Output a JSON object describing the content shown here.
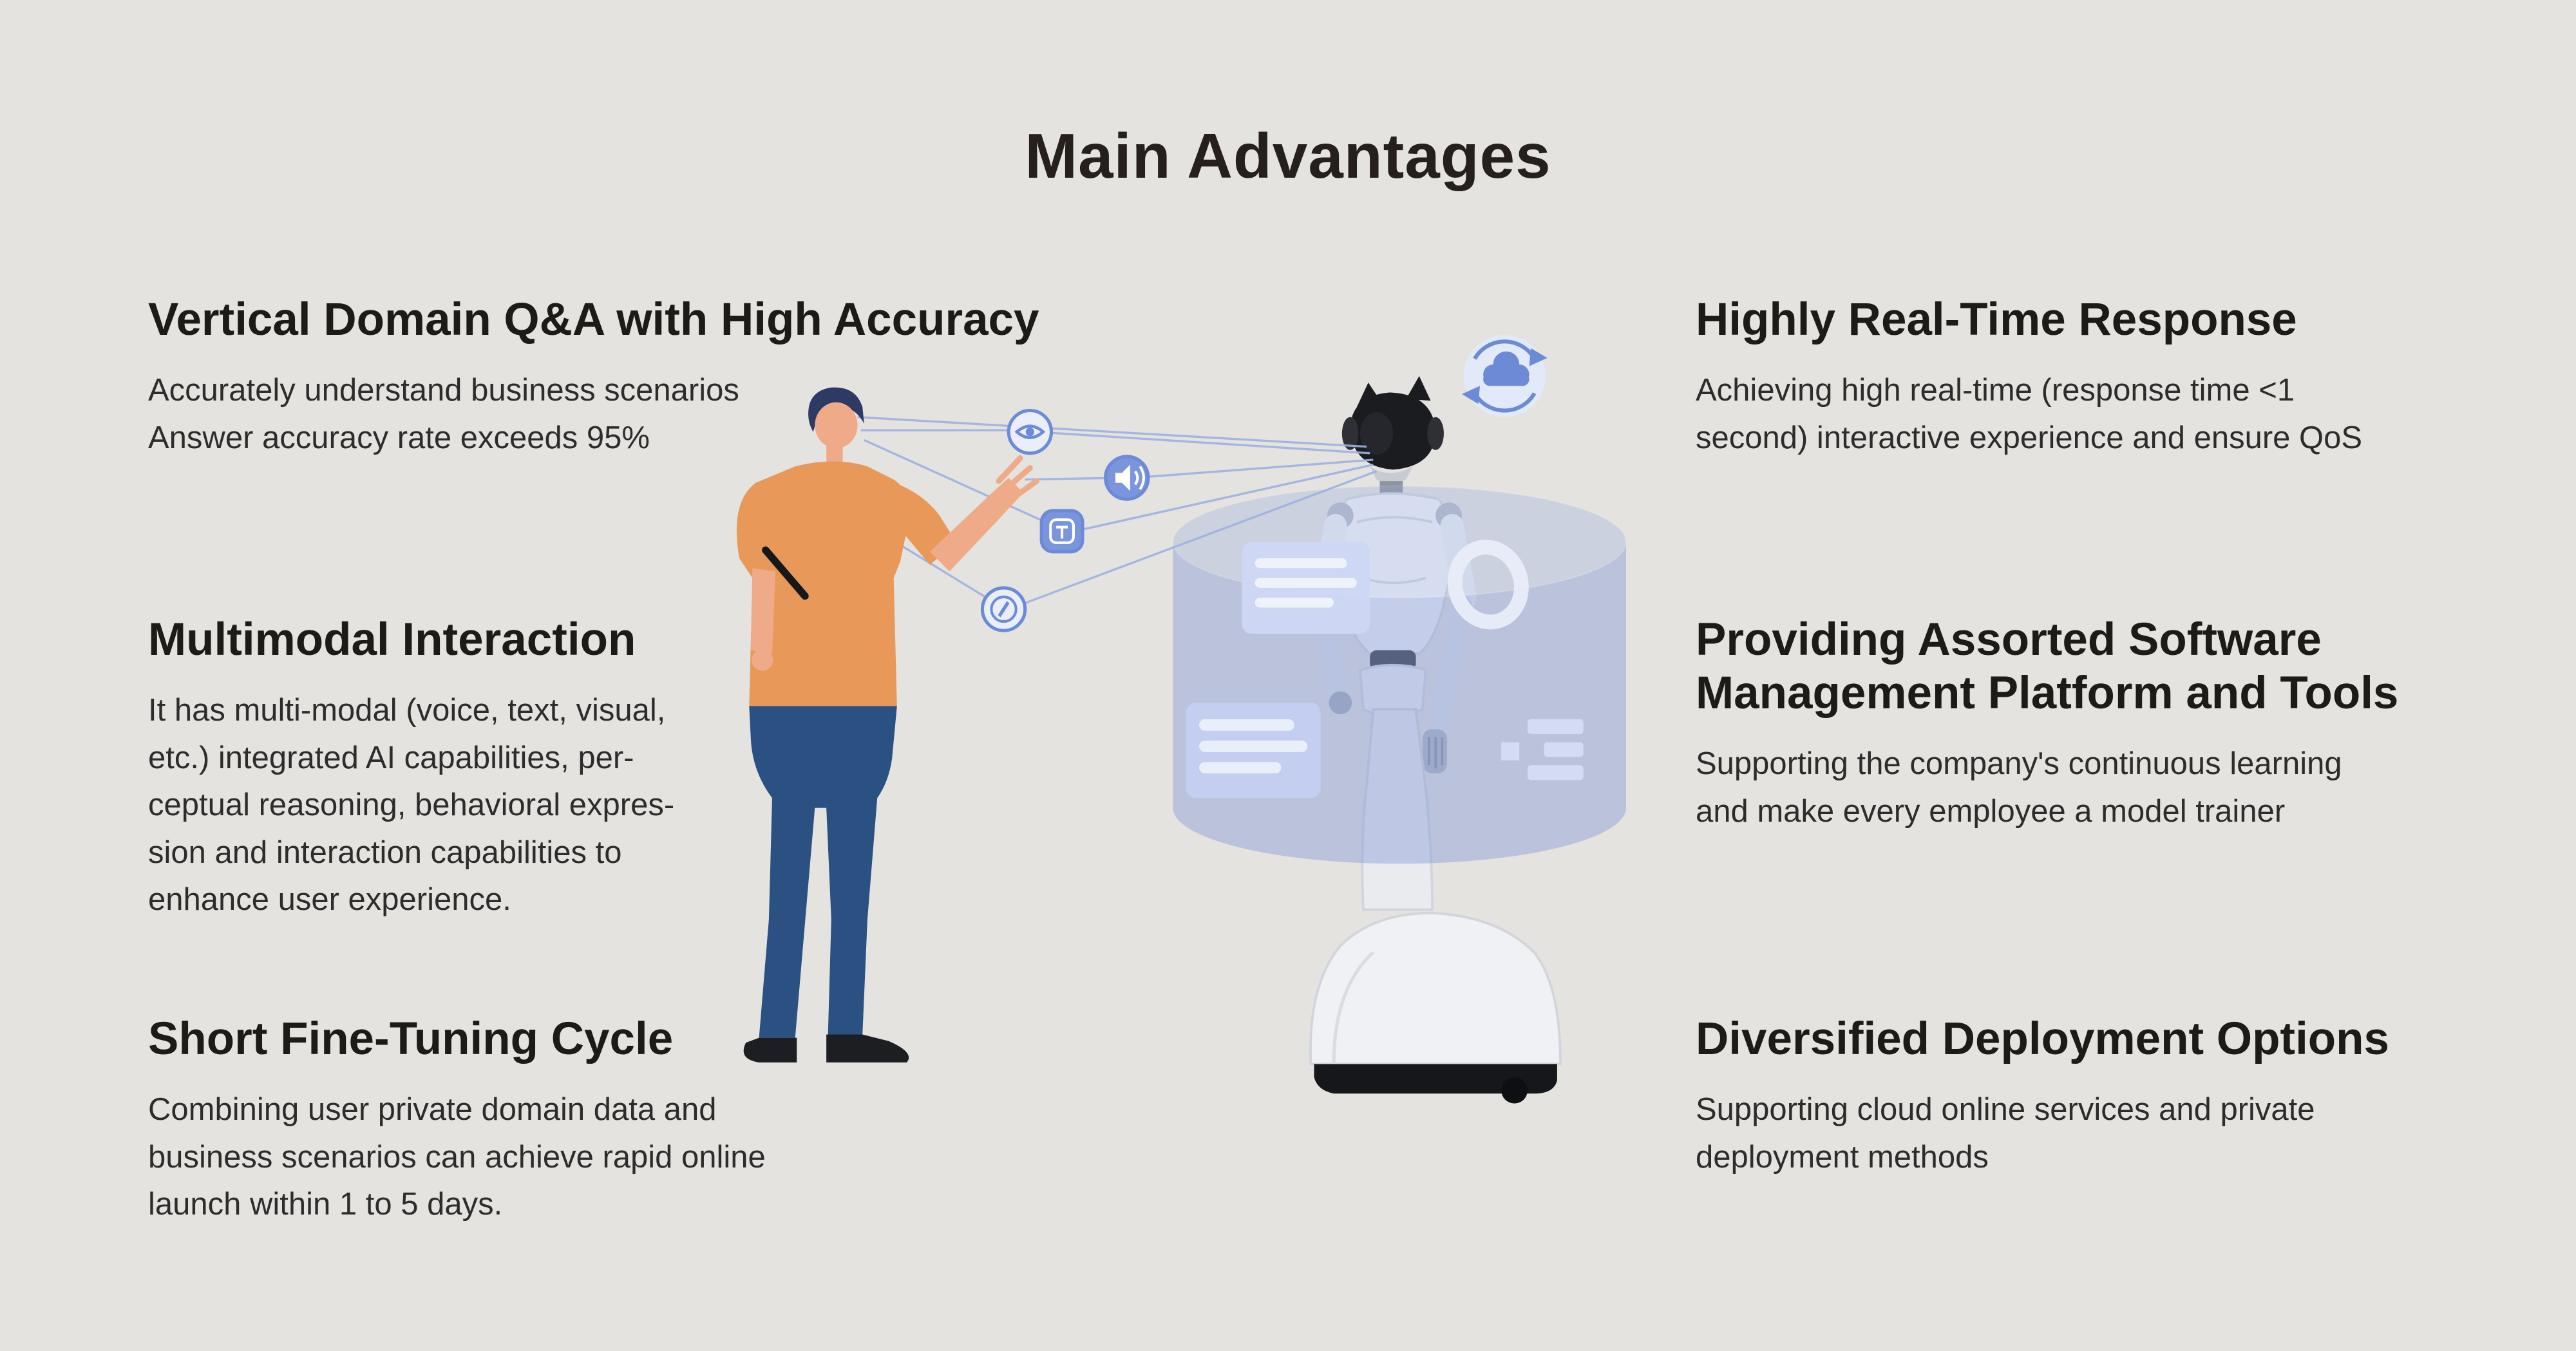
{
  "page": {
    "title": "Main Advantages"
  },
  "advantages": {
    "left": [
      {
        "heading": "Vertical Domain Q&A with High Accuracy",
        "body": "Accurately understand business scenarios\nAnswer accuracy rate exceeds 95%"
      },
      {
        "heading": "Multimodal Interaction",
        "body": "It has multi-modal (voice, text, visual,\netc.) integrated AI capabilities, per-\nceptual reasoning, behavioral expres-\nsion and interaction capabilities to\nenhance user experience."
      },
      {
        "heading": "Short Fine-Tuning Cycle",
        "body": "Combining user private domain data and\nbusiness scenarios can achieve rapid online\nlaunch within 1 to 5 days."
      }
    ],
    "right": [
      {
        "heading": "Highly Real-Time Response",
        "body": "Achieving high real-time (response time <1\nsecond) interactive experience and ensure QoS"
      },
      {
        "heading": "Providing Assorted Software\nManagement Platform and Tools",
        "body": "Supporting the company's continuous learning\nand make every employee a model trainer"
      },
      {
        "heading": "Diversified Deployment Options",
        "body": "Supporting cloud online services and private\ndeployment methods"
      }
    ]
  },
  "illustration": {
    "icons": [
      "eye-icon",
      "voice-icon",
      "text-icon",
      "compass-icon",
      "cloud-sync-icon"
    ],
    "colors": {
      "background": "#e4e3e0",
      "accent_blue": "#6d8ad6",
      "icon_fill_light": "#e9eefa",
      "icon_fill_dark": "#7b95dd",
      "hologram": "#7c94d8",
      "shirt_orange": "#e8995a",
      "pants_navy": "#2b5183",
      "skin": "#efab89",
      "robot_black": "#1b1c20",
      "robot_white": "#f3f4f7"
    }
  }
}
